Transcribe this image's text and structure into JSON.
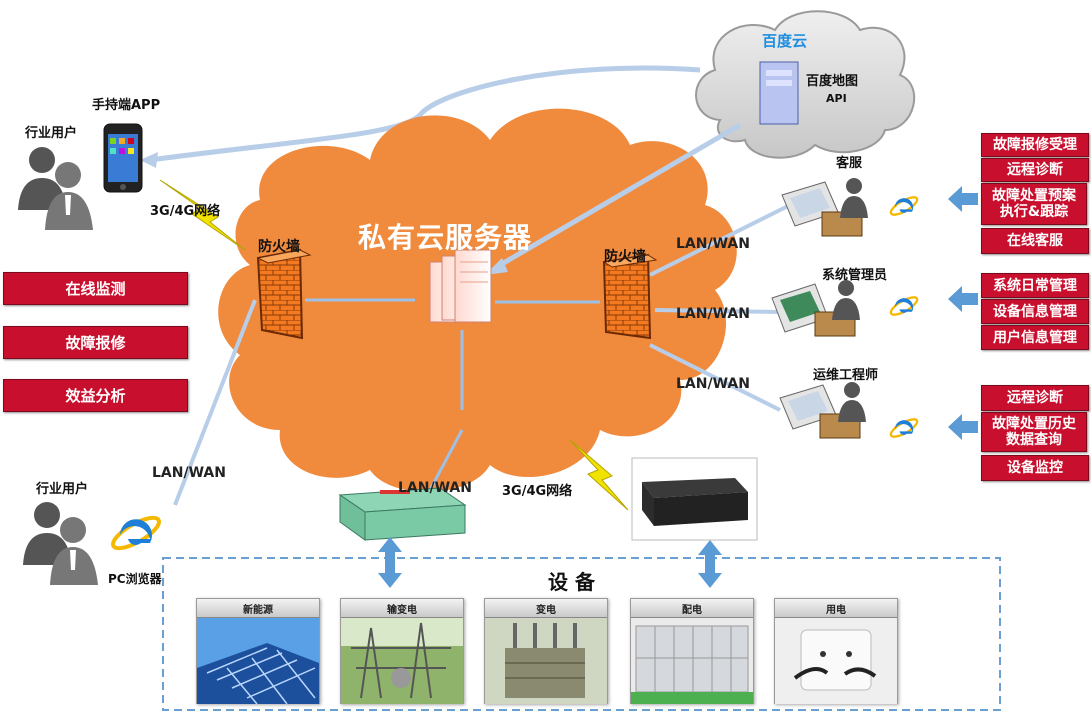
{
  "diagram": {
    "center_title": "私有云服务器",
    "baidu_cloud": {
      "title": "百度云",
      "map_label": "百度地图",
      "api_label": "API"
    },
    "handheld": {
      "user_label": "行业用户",
      "app_label": "手持端APP",
      "network_label": "3G/4G网络"
    },
    "pc": {
      "user_label": "行业用户",
      "browser_label": "PC浏览器",
      "network_label": "LAN/WAN"
    },
    "firewall_left_label": "防火墙",
    "firewall_right_label": "防火墙",
    "lan_labels": [
      "LAN/WAN",
      "LAN/WAN",
      "LAN/WAN"
    ],
    "bottom_lan_label": "LAN/WAN",
    "bottom_network_label": "3G/4G网络",
    "left_functions": [
      "在线监测",
      "故障报修",
      "效益分析"
    ],
    "roles": [
      {
        "label": "客服",
        "functions": [
          "故障报修受理",
          "远程诊断",
          "故障处置预案执行&跟踪",
          "在线客服"
        ]
      },
      {
        "label": "系统管理员",
        "functions": [
          "系统日常管理",
          "设备信息管理",
          "用户信息管理"
        ]
      },
      {
        "label": "运维工程师",
        "functions": [
          "远程诊断",
          "故障处置历史数据查询",
          "设备监控"
        ]
      }
    ],
    "devices_title": "设 备",
    "device_cards": [
      "新能源",
      "输变电",
      "变电",
      "配电",
      "用电"
    ]
  },
  "colors": {
    "cloud_orange": "#f08a3c",
    "cloud_gray": "#d8d8d8",
    "red_button": "#c8102e",
    "dashed_border": "#6a9fd4",
    "link_line": "#a9c4e6",
    "arrow_blue": "#5a9bd5"
  }
}
